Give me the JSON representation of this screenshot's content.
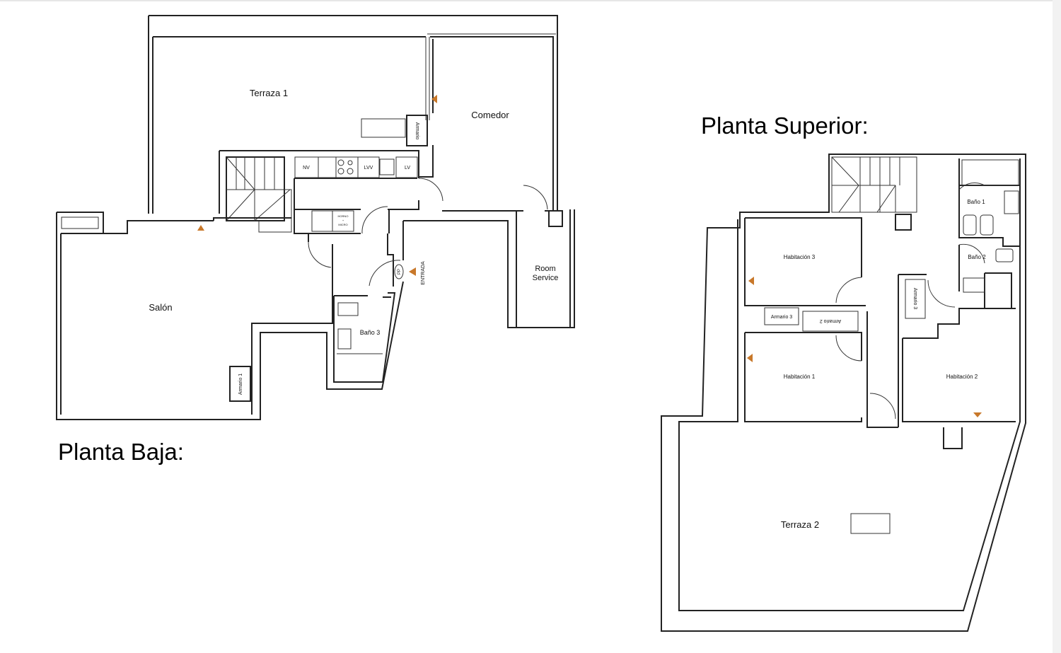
{
  "headings": {
    "ground_floor": "Planta Baja:",
    "upper_floor": "Planta Superior:"
  },
  "ground_floor": {
    "rooms": {
      "terraza1": "Terraza 1",
      "comedor": "Comedor",
      "salon": "Salón",
      "room_service_1": "Room",
      "room_service_2": "Service",
      "bano3": "Baño 3"
    },
    "kitchen": {
      "nv": "NV",
      "lvv": "LVV",
      "lv": "LV",
      "horno1": "HORNO",
      "horno2": "+",
      "horno3": "MICRO"
    },
    "armario_top": "Armario",
    "armario1": "Armario 1",
    "entrada": "ENTRADA",
    "pp": "PP"
  },
  "upper_floor": {
    "rooms": {
      "hab3": "Habitación 3",
      "hab1": "Habitación 1",
      "hab2": "Habitación 2",
      "bano1": "Baño 1",
      "bano2": "Baño 2",
      "terraza2": "Terraza 2"
    },
    "armario3a": "Armario 3",
    "armario2": "Armario 2",
    "armario3b": "Armario 3"
  },
  "colors": {
    "orientation_arrow": "#c8782a"
  }
}
